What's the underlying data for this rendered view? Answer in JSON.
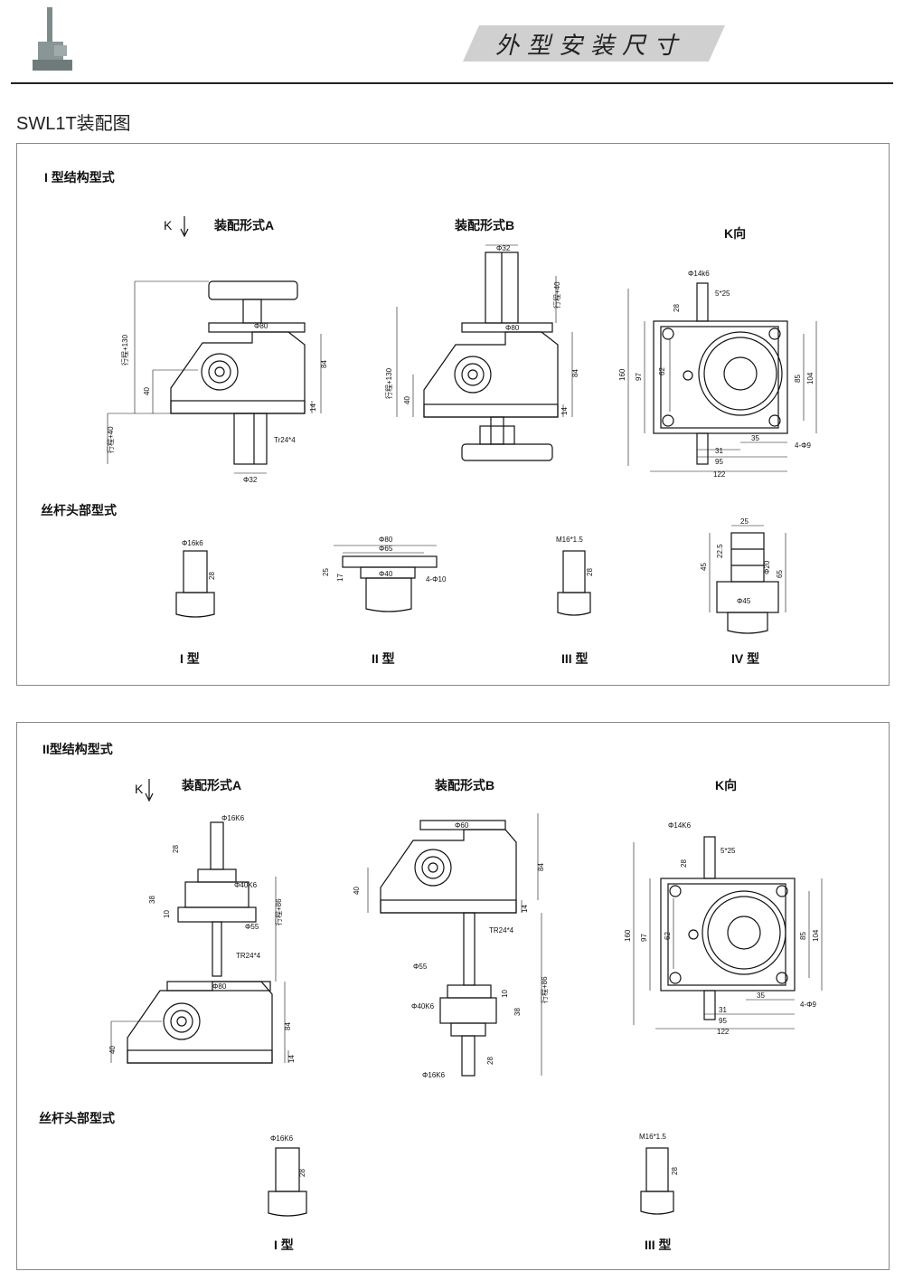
{
  "header": {
    "title": "外型安装尺寸",
    "heading": "SWL1T装配图"
  },
  "panel1": {
    "section_title": "I 型结构型式",
    "k_label": "K",
    "assembly_a": "装配形式A",
    "assembly_b": "装配形式B",
    "k_view": "K向",
    "head_title": "丝杆头部型式",
    "head_types": [
      "I 型",
      "II 型",
      "III 型",
      "IV 型"
    ]
  },
  "panel2": {
    "section_title": "II型结构型式",
    "k_label": "K",
    "assembly_a": "装配形式A",
    "assembly_b": "装配形式B",
    "k_view": "K向",
    "head_title": "丝杆头部型式",
    "head_types": [
      "I 型",
      "III 型"
    ]
  },
  "dims": {
    "phi80": "Φ80",
    "phi32": "Φ32",
    "stroke130": "行程+130",
    "stroke40": "行程+40",
    "d40": "40",
    "d84": "84",
    "d14": "14",
    "tr24": "Tr24*4",
    "TR24": "TR24*4",
    "phi14k6": "Φ14k6",
    "phi14K6": "Φ14K6",
    "d28": "28",
    "d5x25": "5*25",
    "d160": "160",
    "d97": "97",
    "d62": "62",
    "d85": "85",
    "d104": "104",
    "d31": "31",
    "d35": "35",
    "d95": "95",
    "d122": "122",
    "d4phi9": "4-Φ9",
    "phi16k6": "Φ16k6",
    "phi16K6": "Φ16K6",
    "phi65": "Φ65",
    "phi40": "Φ40",
    "d4phi10": "4-Φ10",
    "d25": "25",
    "d17": "17",
    "m16": "M16*1.5",
    "d22_5": "22.5",
    "d45": "45",
    "phi20": "Φ20",
    "d65": "65",
    "phi45": "Φ45",
    "phi40K6": "Φ40K6",
    "phi55": "Φ55",
    "stroke86": "行程+86",
    "d38": "38",
    "d10": "10",
    "phi60": "Φ60",
    "stroke40b": "行程+40"
  }
}
